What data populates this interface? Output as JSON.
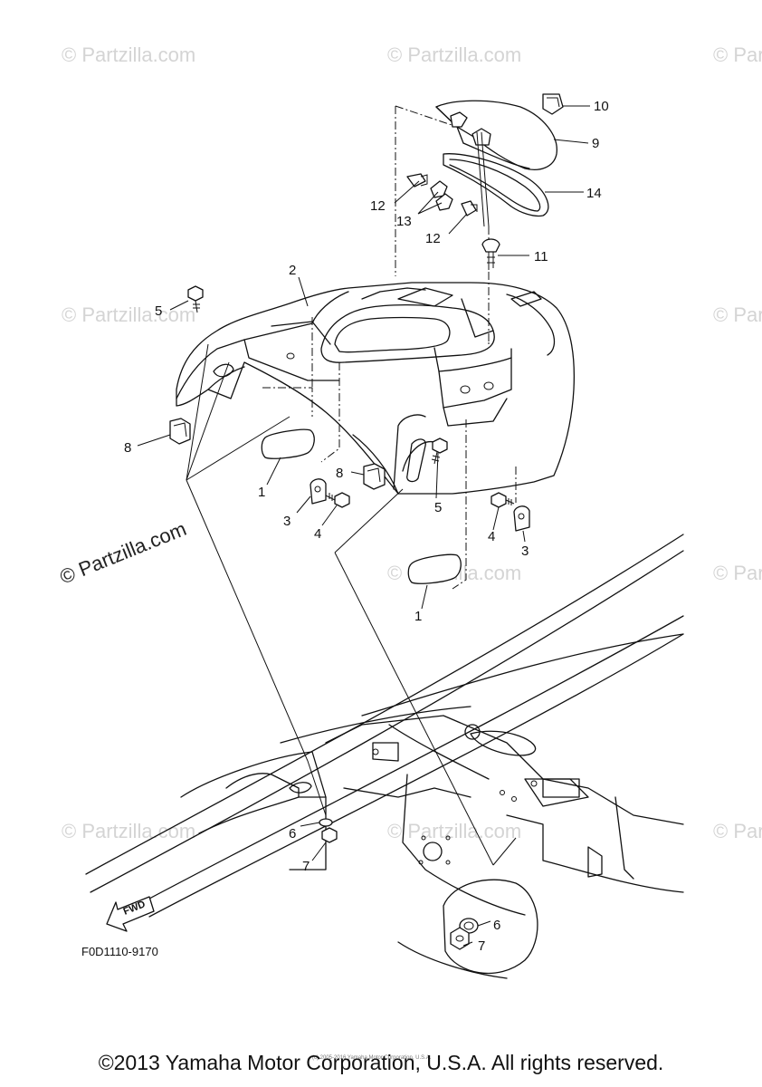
{
  "diagram": {
    "figure_code": "F0D1110-9170",
    "direction_arrow": "FWD",
    "callouts": {
      "engine_hatch_cover": "2",
      "decal_left": "1",
      "decal_right": "1",
      "damper_left": "3",
      "damper_right": "3",
      "bolt_left": "4",
      "bolt_right": "4",
      "screw_upper_left": "5",
      "screw_center": "5",
      "washer_front": "6",
      "washer_inset": "6",
      "nut_front": "7",
      "nut_inset": "7",
      "clip_left": "8",
      "clip_center": "8",
      "storage_lid": "9",
      "knob": "10",
      "stud_bolt": "11",
      "pin_upper": "12",
      "pin_lower": "12",
      "hinge": "13",
      "lid_seal": "14"
    }
  },
  "watermark": {
    "text": "© Partzilla.com",
    "small_print": "(c) 2005-2016 Yamaha Motor Corporation, U.S.A."
  },
  "footer": {
    "copyright": "©2013 Yamaha Motor Corporation, U.S.A. All rights reserved."
  }
}
